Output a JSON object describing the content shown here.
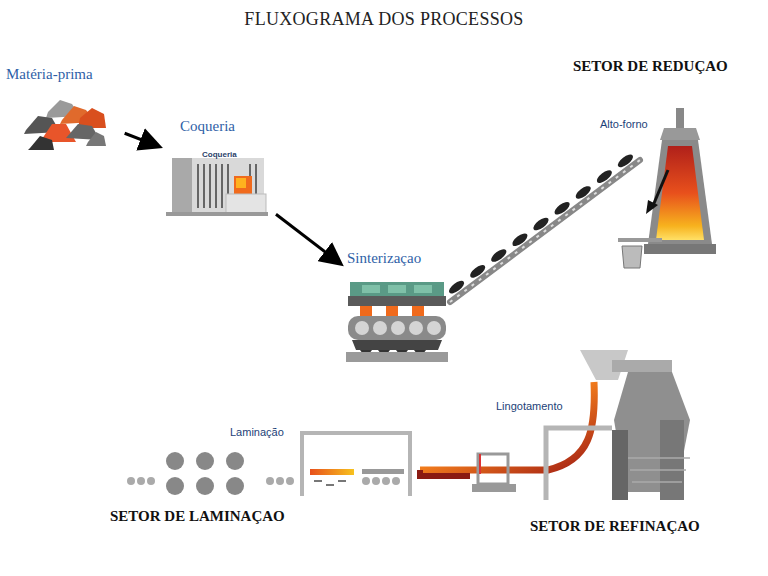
{
  "diagram": {
    "title": "FLUXOGRAMA DOS PROCESSOS",
    "nodes": [
      {
        "text": [
          "Matéria-prima"
        ]
      },
      {
        "text": [
          "Coqueria",
          "Coqueria"
        ]
      },
      {
        "text": [
          "Sinterizaçao"
        ]
      },
      {
        "text": [
          "Alto-forno"
        ]
      },
      {
        "text": [
          "Lingotamento"
        ]
      },
      {
        "text": [
          "Laminação"
        ]
      }
    ],
    "edges": [
      {
        "from": 0,
        "to": 1,
        "arrow": "to"
      },
      {
        "from": 1,
        "to": 2,
        "arrow": "to"
      }
    ],
    "labels": [
      "SETOR DE REDUÇAO",
      "SETOR DE LAMINAÇAO",
      "SETOR DE REFINAÇAO"
    ]
  }
}
